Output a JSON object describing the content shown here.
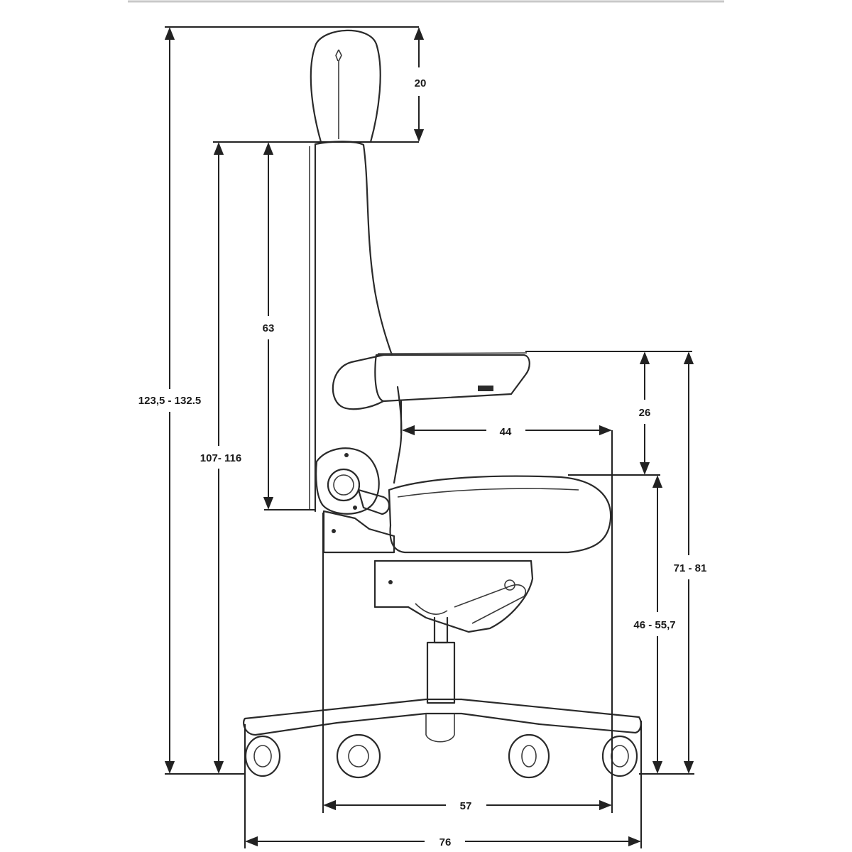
{
  "diagram": {
    "colors": {
      "stroke": "#2a2a2a",
      "background": "#ffffff",
      "top_rule": "#c8c8c8"
    },
    "dimensions": {
      "headrest_height": "20",
      "backrest_height": "63",
      "total_height": "123,5 - 132.5",
      "backrest_total_height": "107- 116",
      "armrest_above_seat": "26",
      "armrest_length": "44",
      "armrest_floor_height": "71 - 81",
      "seat_height": "46 - 55,7",
      "seat_depth": "57",
      "base_width": "76"
    }
  }
}
